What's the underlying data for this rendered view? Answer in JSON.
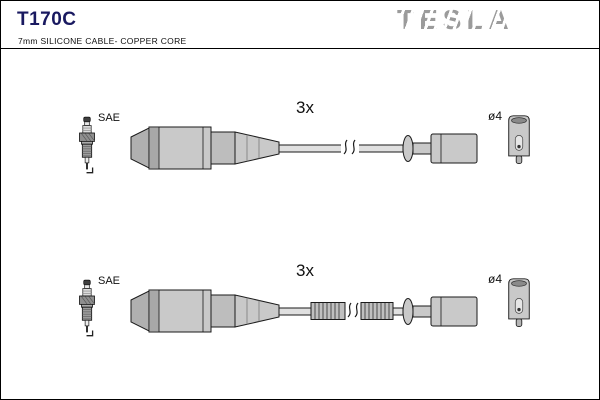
{
  "header": {
    "part_number": "T170C",
    "subtitle": "7mm SILICONE CABLE- COPPER CORE",
    "brand": "TESLA"
  },
  "rows": [
    {
      "quantity": "3x",
      "plug_standard": "SAE",
      "terminal_diameter": "ø4"
    },
    {
      "quantity": "3x",
      "plug_standard": "SAE",
      "terminal_diameter": "ø4"
    }
  ]
}
